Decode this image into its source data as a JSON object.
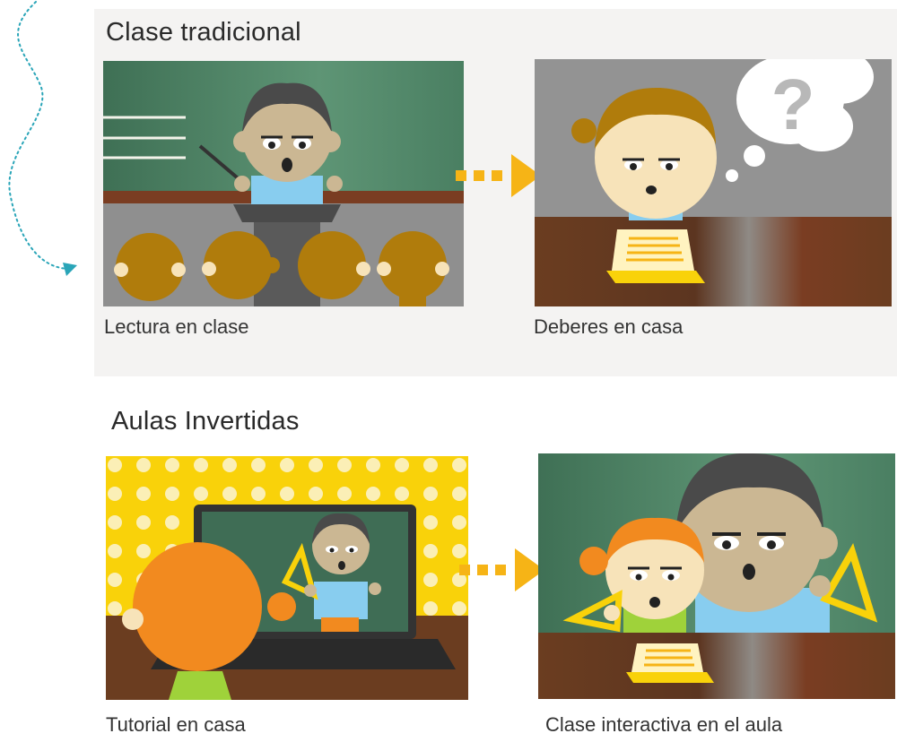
{
  "sections": {
    "traditional": {
      "title": "Clase tradicional",
      "left_caption": "Lectura en clase",
      "right_caption": "Deberes en casa",
      "thought_symbol": "?"
    },
    "flipped": {
      "title": "Aulas Invertidas",
      "left_caption": "Tutorial en casa",
      "right_caption": "Clase interactiva en el aula"
    }
  },
  "colors": {
    "chalkboard": "#4f8466",
    "arrow": "#f6b416",
    "skin": "#f7e3b9",
    "teacher_skin": "#cbb793",
    "hair_brown": "#b07c0c",
    "hair_dark": "#4a4a4a",
    "hair_orange": "#f28a1f",
    "shirt_blue": "#88cdef",
    "desk_brown": "#6b3d20",
    "polka_yellow": "#f9d20a",
    "dotted_line": "#2aa5b8"
  }
}
